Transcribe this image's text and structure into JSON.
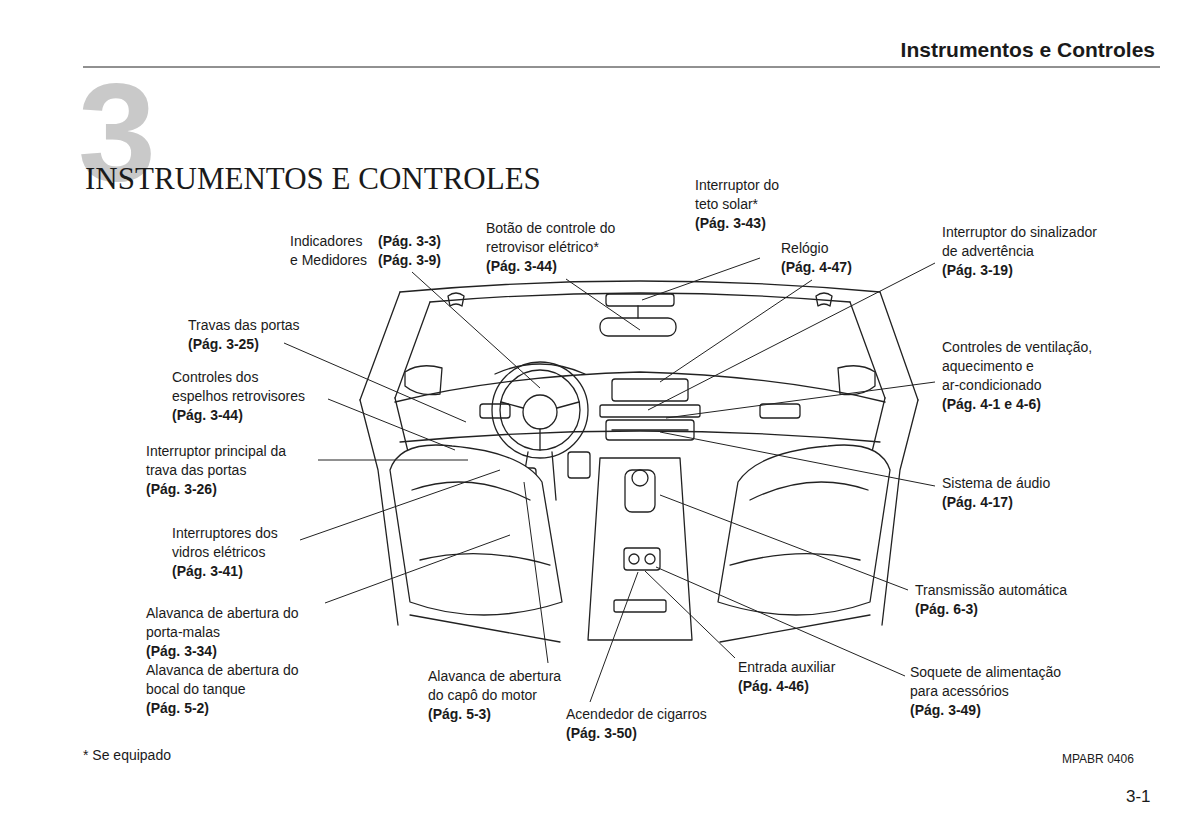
{
  "diagram": {
    "title": "INSTRUMENTOS E CONTROLES",
    "labels": [
      "Instrumentos e Controles",
      "3",
      "Interruptor do teto solar*",
      "(Pág. 3-43)",
      "Botão de controle do retrovisor elétrico*",
      "(Pág. 3-44)",
      "Indicadores",
      "(Pág. 3-3)",
      "e Medidores",
      "(Pág. 3-9)",
      "Relógio",
      "(Pág. 4-47)",
      "Interruptor do sinalizador de advertência",
      "(Pág. 3-19)",
      "Travas das portas",
      "(Pág. 3-25)",
      "Controles dos espelhos retrovisores",
      "(Pág. 3-44)",
      "Controles de ventilação, aquecimento e ar-condicionado",
      "(Pág. 4-1 e 4-6)",
      "Interruptor principal da trava das portas",
      "(Pág. 3-26)",
      "Sistema de áudio",
      "(Pág. 4-17)",
      "Interruptores dos vidros elétricos",
      "(Pág. 3-41)",
      "Transmissão automática",
      "(Pág. 6-3)",
      "Alavanca de abertura do porta-malas",
      "(Pág. 3-34)",
      "Alavanca de abertura do bocal do tanque",
      "(Pág. 5-2)",
      "Entrada auxiliar",
      "(Pág. 4-46)",
      "Soquete de alimentação para acessórios",
      "(Pág. 3-49)",
      "Alavanca de abertura do capô do motor",
      "(Pág. 5-3)",
      "Acendedor de cigarros",
      "(Pág. 3-50)",
      "* Se equipado",
      "MPABR 0406",
      "3-1"
    ]
  }
}
